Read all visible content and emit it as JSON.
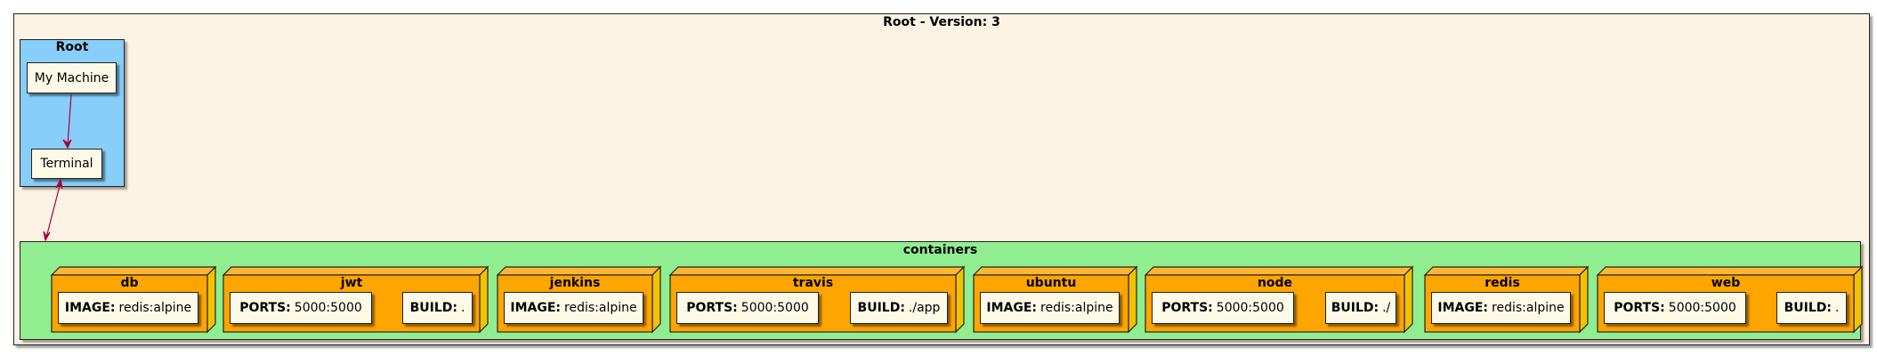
{
  "diagram": {
    "title": "Root - Version:  3",
    "root_package": {
      "title": "Root",
      "nodes": [
        "My Machine",
        "Terminal"
      ]
    },
    "containers_package": {
      "title": "containers",
      "nodes": [
        {
          "name": "db",
          "props": [
            {
              "key": "IMAGE:",
              "value": "redis:alpine"
            }
          ]
        },
        {
          "name": "jwt",
          "props": [
            {
              "key": "PORTS:",
              "value": "5000:5000"
            },
            {
              "key": "BUILD:",
              "value": "."
            }
          ]
        },
        {
          "name": "jenkins",
          "props": [
            {
              "key": "IMAGE:",
              "value": "redis:alpine"
            }
          ]
        },
        {
          "name": "travis",
          "props": [
            {
              "key": "PORTS:",
              "value": "5000:5000"
            },
            {
              "key": "BUILD:",
              "value": "./app"
            }
          ]
        },
        {
          "name": "ubuntu",
          "props": [
            {
              "key": "IMAGE:",
              "value": "redis:alpine"
            }
          ]
        },
        {
          "name": "node",
          "props": [
            {
              "key": "PORTS:",
              "value": "5000:5000"
            },
            {
              "key": "BUILD:",
              "value": "./"
            }
          ]
        },
        {
          "name": "redis",
          "props": [
            {
              "key": "IMAGE:",
              "value": "redis:alpine"
            }
          ]
        },
        {
          "name": "web",
          "props": [
            {
              "key": "PORTS:",
              "value": "5000:5000"
            },
            {
              "key": "BUILD:",
              "value": "."
            }
          ]
        }
      ]
    },
    "edges": [
      {
        "from": "My Machine",
        "to": "Terminal",
        "style": "arrow"
      },
      {
        "from": "Terminal",
        "to": "containers",
        "style": "bidirectional"
      }
    ],
    "colors": {
      "outer_bg": "#fdf3e5",
      "root_bg": "#87cefa",
      "containers_bg": "#90ee90",
      "node_bg": "#ffa500",
      "node_side": "#f2c200",
      "node_top": "#ffb733",
      "prop_bg": "#fefae8",
      "edge": "#a80036"
    }
  }
}
